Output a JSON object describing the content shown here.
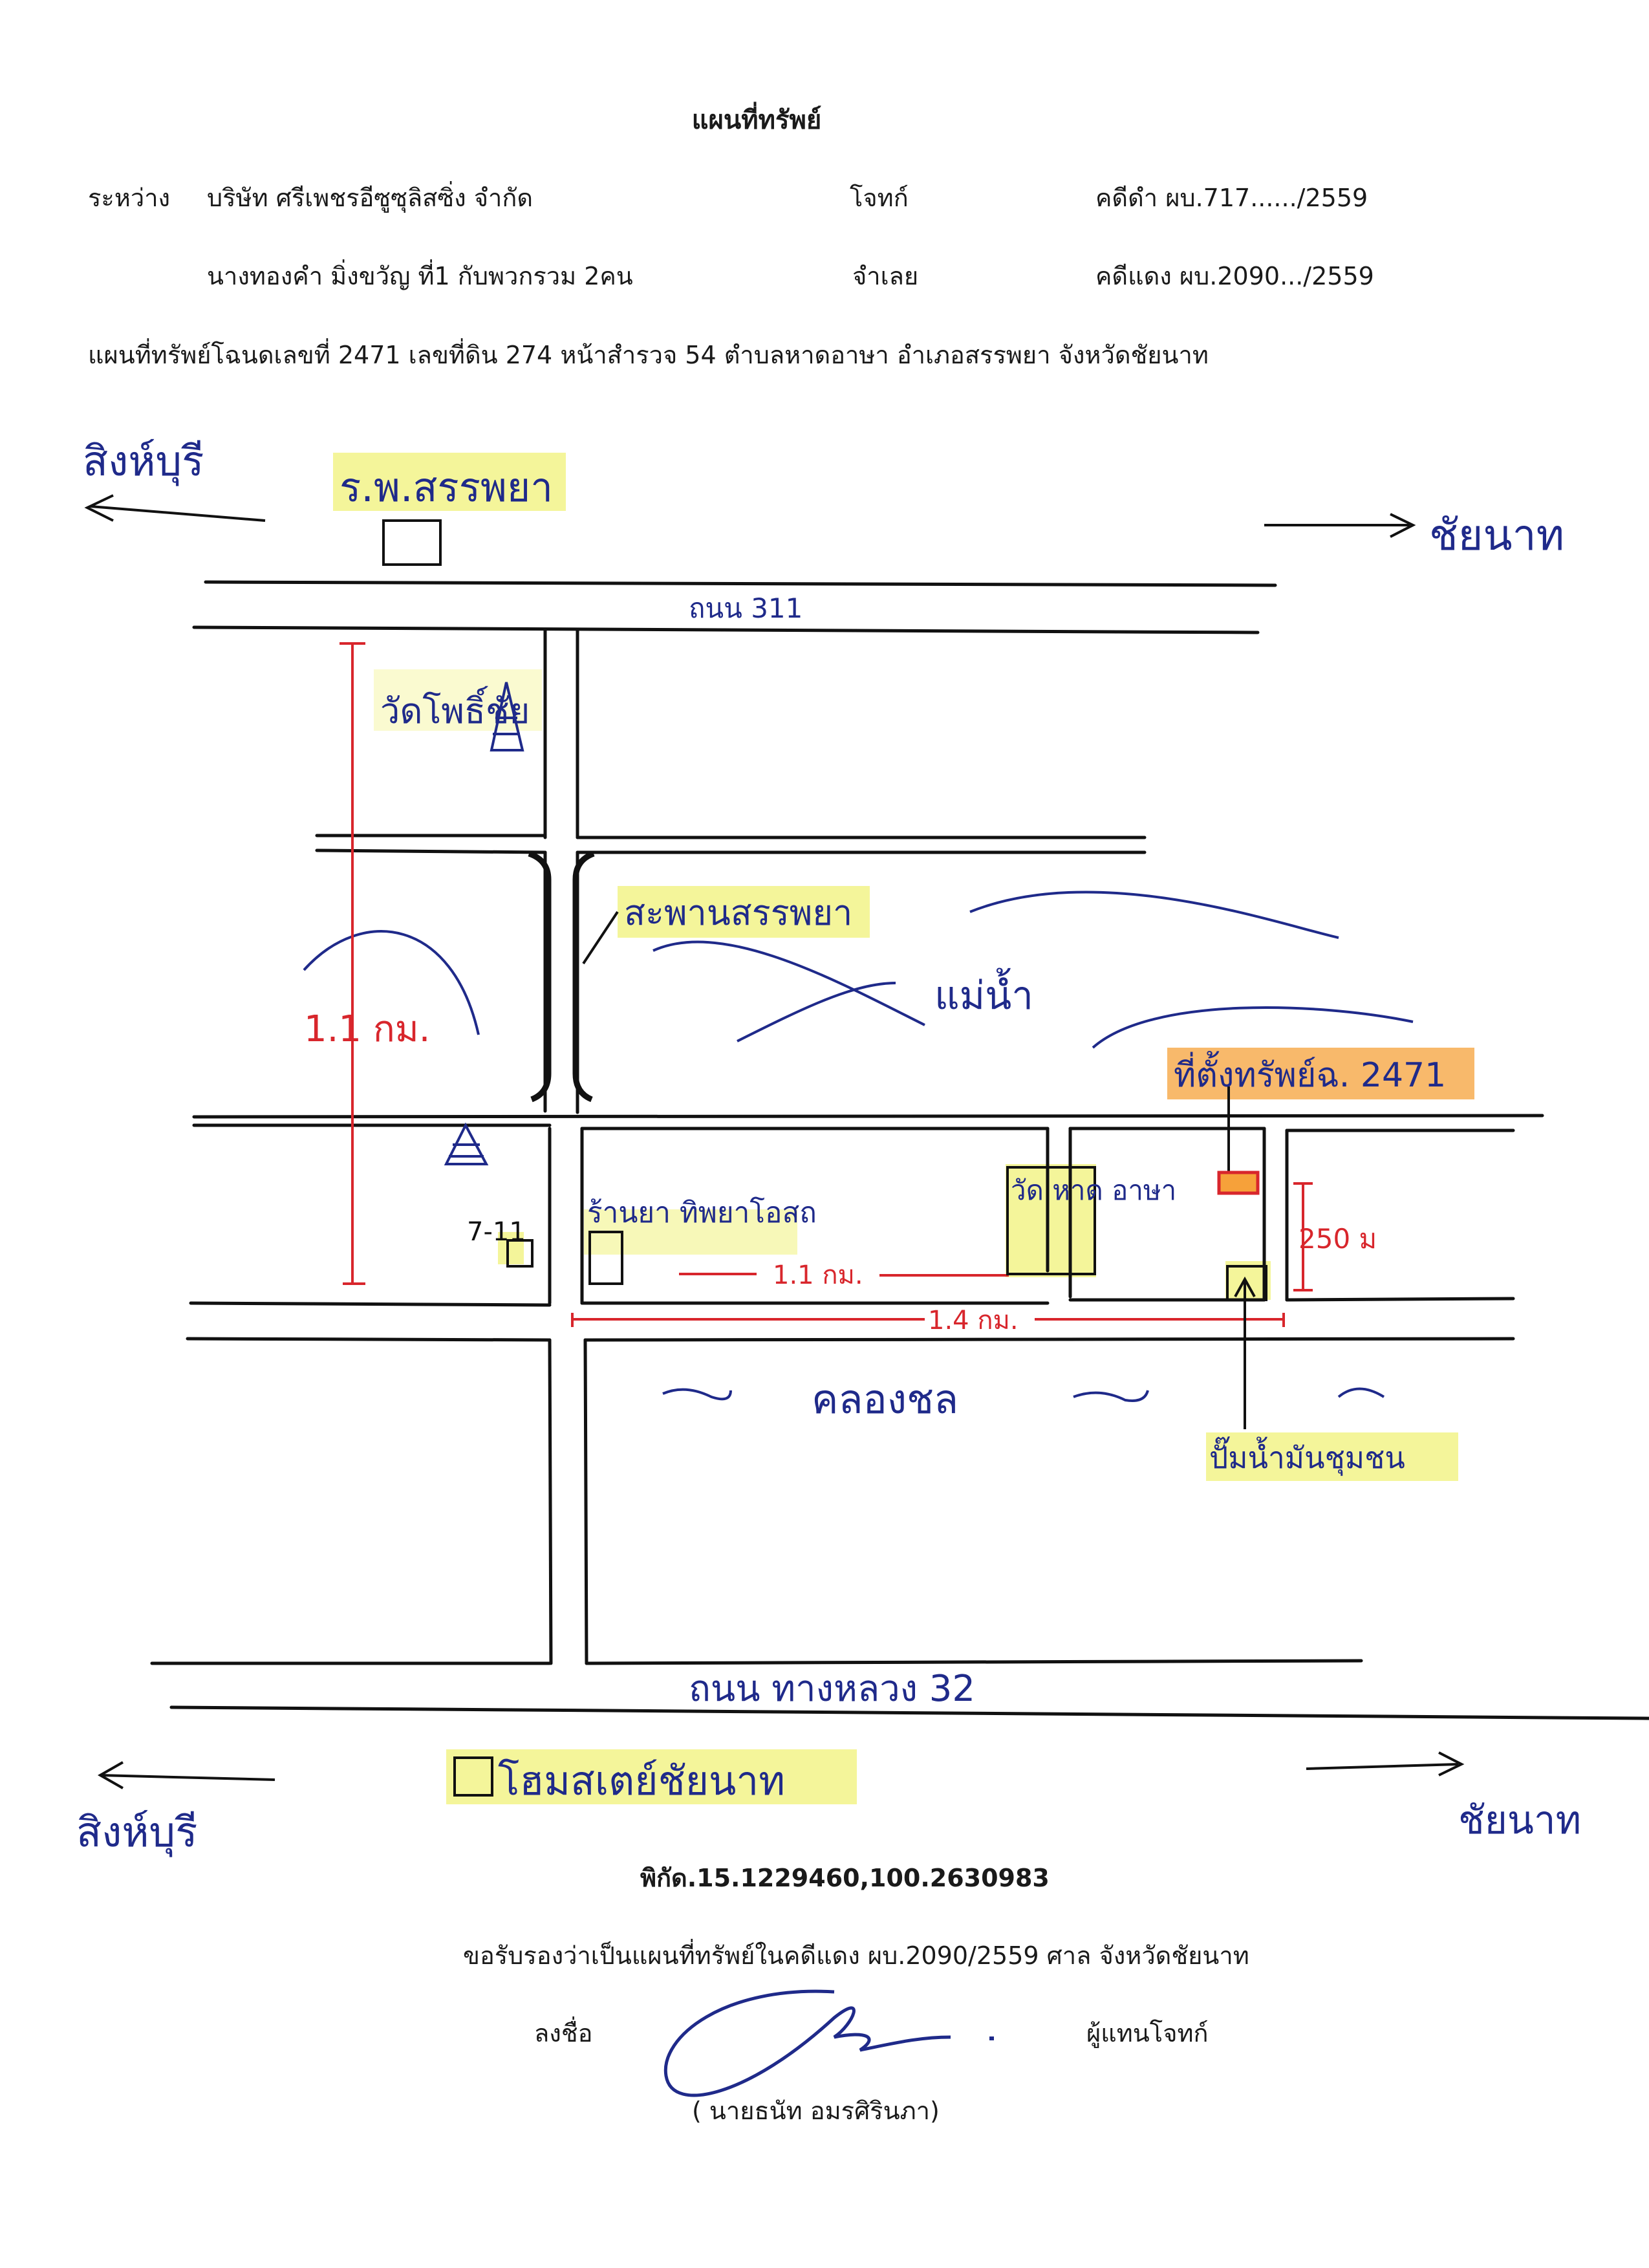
{
  "header": {
    "title": "แผนที่ทรัพย์",
    "between_label": "ระหว่าง",
    "plaintiff_name": "บริษัท ศรีเพชรอีซูซุลิสซิ่ง จำกัด",
    "plaintiff_role": "โจทก์",
    "black_case": "คดีดำ ผบ.717....../2559",
    "defendant_name": "นางทองคำ มิ่งขวัญ ที่1 กับพวกรวม 2คน",
    "defendant_role": "จำเลย",
    "red_case": "คดีแดง ผบ.2090.../2559",
    "deed_line": "แผนที่ทรัพย์โฉนดเลขที่ 2471  เลขที่ดิน 274 หน้าสำรวจ  54 ตำบลหาดอาษา อำเภอสรรพยา จังหวัดชัยนาท"
  },
  "map": {
    "top_left_direction": "สิงห์บุรี",
    "top_right_direction": "ชัยนาท",
    "hospital": "ร.พ.สรรพยา",
    "road_311": "ถนน 311",
    "temple_phothi": "วัดโพธิ์ชัย",
    "bridge": "สะพานสรรพยา",
    "river": "แม่น้ำ",
    "distance_vertical": "1.1 กม.",
    "property_label": "ที่ตั้งทรัพย์ฉ. 2471",
    "seven_eleven": "7-11",
    "shop": "ร้านยา ทิพยาโอสถ",
    "temple_hat_asa": "วัด หาด อาษา",
    "distance_250": "250 ม",
    "distance_11": "1.1 กม.",
    "distance_14": "1.4 กม.",
    "canal": "คลองชล",
    "water_pump": "ปั๊มน้ำมันชุมชน",
    "road_32": "ถนน ทางหลวง 32",
    "homestay": "โฮมสเตย์ชัยนาท",
    "bottom_left_direction": "สิงห์บุรี",
    "bottom_right_direction": "ชัยนาท"
  },
  "footer": {
    "coordinates": "พิกัด.15.1229460,100.2630983",
    "certify": "ขอรับรองว่าเป็นแผนที่ทรัพย์ในคดีแดง ผบ.2090/2559  ศาล จังหวัดชัยนาท",
    "sign_label": "ลงชื่อ",
    "representative": "ผู้แทนโจทก์",
    "signer_name": "( นายธนัท   อมรศิรินภา)"
  },
  "colors": {
    "ink_blue": "#1f2a8a",
    "ink_black": "#111111",
    "ink_red": "#d8262c",
    "highlight_yellow": "#f4f59a",
    "highlight_orange": "#f6a13a"
  }
}
